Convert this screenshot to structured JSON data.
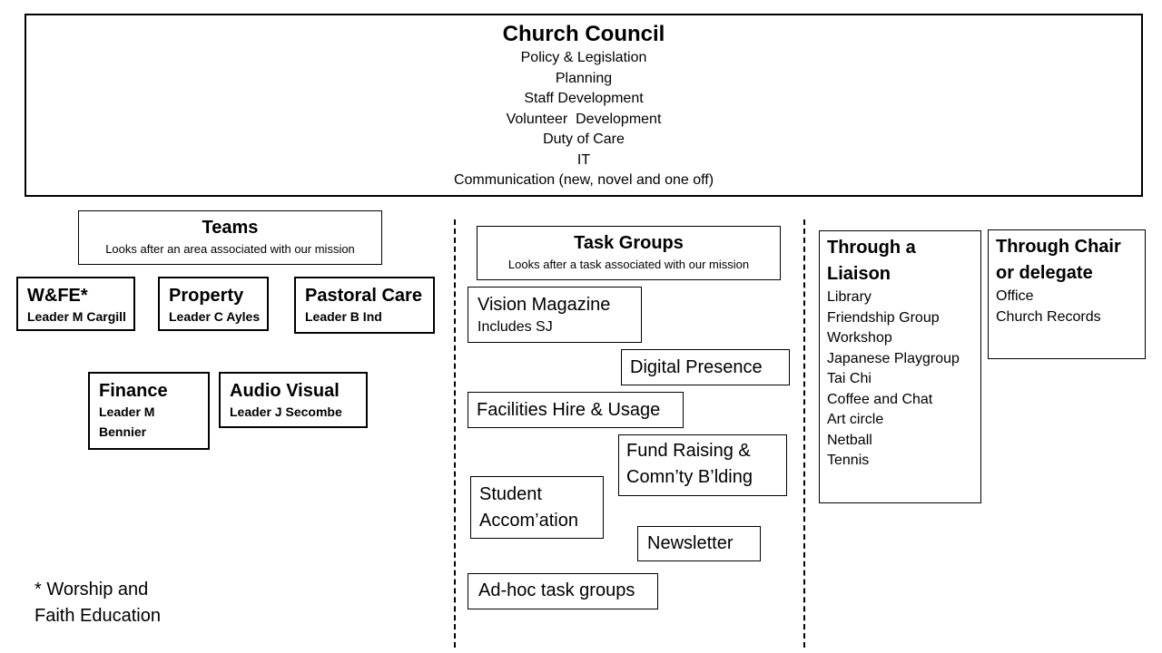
{
  "council": {
    "title": "Church Council",
    "lines": [
      "Policy & Legislation",
      "Planning",
      "Staff Development",
      "Volunteer  Development",
      "Duty of Care",
      "IT",
      "Communication (new, novel and one off)"
    ]
  },
  "teams": {
    "title": "Teams",
    "subtitle": "Looks after an area associated with our mission",
    "items": [
      {
        "name": "W&FE*",
        "leader": "Leader M Cargill"
      },
      {
        "name": "Property",
        "leader": "Leader C Ayles"
      },
      {
        "name": "Pastoral Care",
        "leader": "Leader B Ind"
      },
      {
        "name": "Finance",
        "leader": "Leader M Bennier"
      },
      {
        "name": "Audio Visual",
        "leader": "Leader J Secombe"
      }
    ]
  },
  "task_groups": {
    "title": "Task Groups",
    "subtitle": "Looks after a task associated with our mission",
    "items": [
      {
        "name": "Vision Magazine",
        "note": "Includes SJ"
      },
      {
        "name": "Digital Presence"
      },
      {
        "name": "Facilities Hire & Usage"
      },
      {
        "name": "Fund Raising & Comn’ty B’lding"
      },
      {
        "name": "Student Accom’ation"
      },
      {
        "name": "Newsletter"
      },
      {
        "name": "Ad-hoc task groups"
      }
    ]
  },
  "liaison": {
    "title": "Through a Liaison",
    "items": [
      "Library",
      "Friendship Group",
      "Workshop",
      "Japanese Playgroup",
      "Tai Chi",
      "Coffee and Chat",
      "Art circle",
      "Netball",
      "Tennis"
    ]
  },
  "chair": {
    "title": "Through Chair or delegate",
    "items": [
      "Office",
      "Church Records"
    ]
  },
  "footnote": "* Worship and Faith Education"
}
